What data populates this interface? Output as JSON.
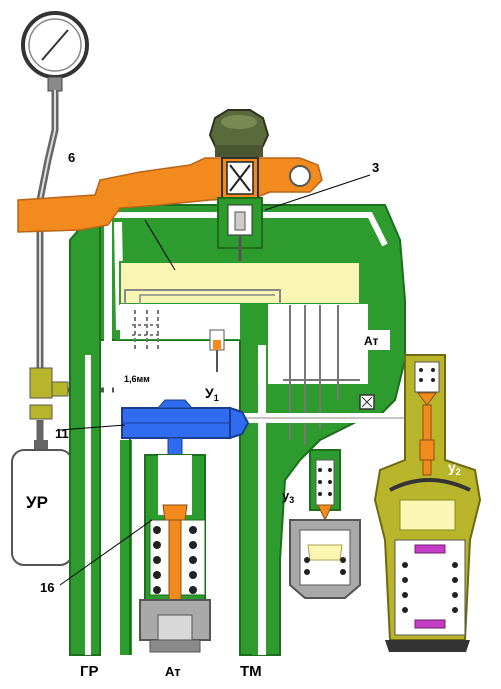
{
  "labels": {
    "callout_6": "6",
    "callout_3": "3",
    "callout_11": "11",
    "callout_16": "16",
    "reservoir": "УР",
    "orifice": "1,6мм",
    "at_top": "Ат",
    "at_bottom": "Ат",
    "u1_main": "У",
    "u1_sub": "1",
    "u2_main": "у",
    "u2_sub": "2",
    "u3_main": "у",
    "u3_sub": "3",
    "gr": "ГР",
    "tm": "ТМ"
  },
  "colors": {
    "green": "#2e9b2e",
    "green_dark": "#1d6e1d",
    "orange": "#f28a1e",
    "yellow": "#fbf6b4",
    "olive": "#b9b52a",
    "blue": "#2f6cf0",
    "gray": "#a9a9a9",
    "magenta": "#c53cc6"
  }
}
